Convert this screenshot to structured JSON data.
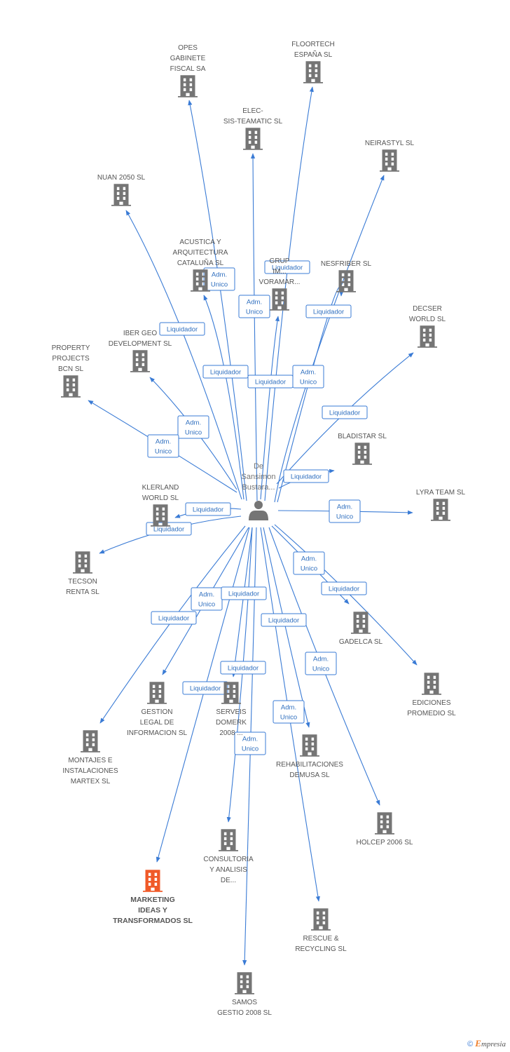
{
  "center": {
    "label_lines": [
      "De",
      "Sansimon",
      "Bustara..."
    ],
    "icon": "person-icon"
  },
  "colors": {
    "edge": "#3a7bd5",
    "building": "#757575",
    "highlight_building": "#f05a28"
  },
  "nodes": [
    {
      "id": "opes",
      "label_lines": [
        "OPES",
        "GABINETE",
        "FISCAL SA"
      ]
    },
    {
      "id": "floortech",
      "label_lines": [
        "FLOORTECH",
        "ESPAÑA SL"
      ]
    },
    {
      "id": "elecsis",
      "label_lines": [
        "ELEC-",
        "SIS-TEAMATIC SL"
      ]
    },
    {
      "id": "neirastyl",
      "label_lines": [
        "NEIRASTYL  SL"
      ]
    },
    {
      "id": "nuan",
      "label_lines": [
        "NUAN 2050  SL"
      ]
    },
    {
      "id": "acustica",
      "label_lines": [
        "ACUSTICA Y",
        "ARQUITECTURA",
        "CATALUÑA SL"
      ]
    },
    {
      "id": "grup",
      "label_lines": [
        "GRUP",
        "IM...",
        "VORAMAR..."
      ]
    },
    {
      "id": "nesfriber",
      "label_lines": [
        "NESFRIBER SL"
      ]
    },
    {
      "id": "decser",
      "label_lines": [
        "DECSER",
        "WORLD SL"
      ]
    },
    {
      "id": "ibergeo",
      "label_lines": [
        "IBER GEO",
        "DEVELOPMENT SL"
      ]
    },
    {
      "id": "property",
      "label_lines": [
        "PROPERTY",
        "PROJECTS",
        "BCN SL"
      ]
    },
    {
      "id": "bladistar",
      "label_lines": [
        "BLADISTAR SL"
      ]
    },
    {
      "id": "klerland",
      "label_lines": [
        "KLERLAND",
        "WORLD  SL"
      ]
    },
    {
      "id": "lyra",
      "label_lines": [
        "LYRA TEAM  SL"
      ]
    },
    {
      "id": "tecson",
      "label_lines": [
        "TECSON",
        "RENTA SL"
      ]
    },
    {
      "id": "gadelca",
      "label_lines": [
        "GADELCA SL"
      ]
    },
    {
      "id": "ediciones",
      "label_lines": [
        "EDICIONES",
        "PROMEDIO SL"
      ]
    },
    {
      "id": "gestion",
      "label_lines": [
        "GESTION",
        "LEGAL DE",
        "INFORMACION SL"
      ]
    },
    {
      "id": "serveis",
      "label_lines": [
        "SERVEIS",
        "DOMERK",
        "2008 ..."
      ]
    },
    {
      "id": "montajes",
      "label_lines": [
        "MONTAJES E",
        "INSTALACIONES",
        "MARTEX SL"
      ]
    },
    {
      "id": "rehab",
      "label_lines": [
        "REHABILITACIONES",
        "DEMUSA SL"
      ]
    },
    {
      "id": "holcep",
      "label_lines": [
        "HOLCEP 2006 SL"
      ]
    },
    {
      "id": "consultoria",
      "label_lines": [
        "CONSULTORIA",
        "Y ANALISIS",
        "DE..."
      ]
    },
    {
      "id": "marketing",
      "label_lines": [
        "MARKETING",
        "IDEAS Y",
        "TRANSFORMADOS SL"
      ],
      "highlight": true
    },
    {
      "id": "rescue",
      "label_lines": [
        "RESCUE &",
        "RECYCLING SL"
      ]
    },
    {
      "id": "samos",
      "label_lines": [
        "SAMOS",
        "GESTIO 2008 SL"
      ]
    }
  ],
  "edges": [
    {
      "target": "opes",
      "label_lines": [
        "Adm.",
        "Unico"
      ]
    },
    {
      "target": "floortech",
      "label_lines": [
        "Liquidador"
      ]
    },
    {
      "target": "elecsis",
      "label_lines": [
        "Adm.",
        "Unico"
      ]
    },
    {
      "target": "neirastyl",
      "label_lines": [
        "Adm.",
        "Unico"
      ]
    },
    {
      "target": "nuan",
      "label_lines": [
        "Liquidador"
      ]
    },
    {
      "target": "acustica",
      "label_lines": [
        "Liquidador"
      ]
    },
    {
      "target": "grup",
      "label_lines": [
        "Liquidador"
      ]
    },
    {
      "target": "nesfriber",
      "label_lines": [
        "Liquidador"
      ]
    },
    {
      "target": "decser",
      "label_lines": [
        "Liquidador"
      ]
    },
    {
      "target": "ibergeo",
      "label_lines": [
        "Adm.",
        "Unico"
      ]
    },
    {
      "target": "property",
      "label_lines": [
        "Adm.",
        "Unico"
      ]
    },
    {
      "target": "bladistar",
      "label_lines": [
        "Liquidador"
      ]
    },
    {
      "target": "klerland",
      "label_lines": [
        "Liquidador"
      ]
    },
    {
      "target": "lyra",
      "label_lines": [
        "Adm.",
        "Unico"
      ]
    },
    {
      "target": "tecson",
      "label_lines": [
        "Liquidador"
      ]
    },
    {
      "target": "gadelca",
      "label_lines": [
        "Adm.",
        "Unico"
      ]
    },
    {
      "target": "ediciones",
      "label_lines": [
        "Liquidador"
      ]
    },
    {
      "target": "gestion",
      "label_lines": [
        "Adm.",
        "Unico"
      ]
    },
    {
      "target": "serveis",
      "label_lines": [
        "Liquidador"
      ]
    },
    {
      "target": "montajes",
      "label_lines": [
        "Liquidador"
      ]
    },
    {
      "target": "rehab",
      "label_lines": [
        "Liquidador"
      ]
    },
    {
      "target": "holcep",
      "label_lines": [
        "Adm.",
        "Unico"
      ]
    },
    {
      "target": "consultoria",
      "label_lines": [
        "Liquidador"
      ]
    },
    {
      "target": "marketing",
      "label_lines": [
        "Liquidador"
      ]
    },
    {
      "target": "rescue",
      "label_lines": [
        "Adm.",
        "Unico"
      ]
    },
    {
      "target": "samos",
      "label_lines": [
        "Adm.",
        "Unico"
      ]
    }
  ],
  "footer": {
    "copyright_symbol": "©",
    "brand_initial": "E",
    "brand_rest": "mpresia"
  }
}
